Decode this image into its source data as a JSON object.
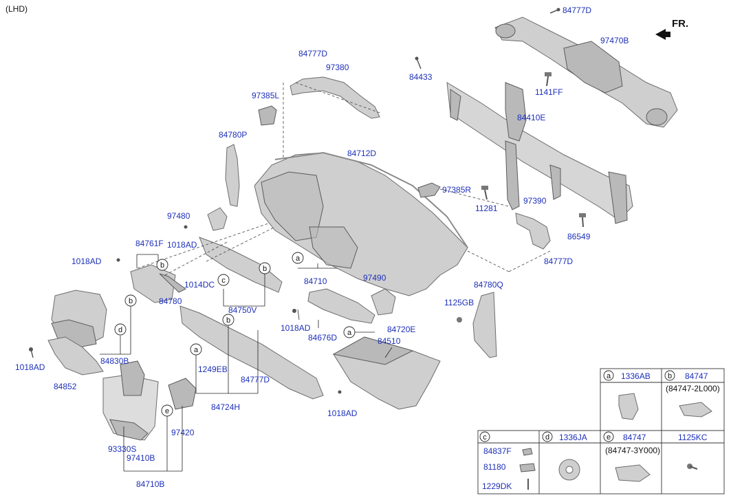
{
  "header": {
    "variant": "(LHD)",
    "direction": "FR."
  },
  "callouts": {
    "p84777D_top": "84777D",
    "p97470B": "97470B",
    "p84433": "84433",
    "p1141FF": "1141FF",
    "p84410E": "84410E",
    "p84777D_duct": "84777D",
    "p97380": "97380",
    "p97385L": "97385L",
    "p84780P": "84780P",
    "p84712D": "84712D",
    "p97385R": "97385R",
    "p11281": "11281",
    "p97390": "97390",
    "p86549": "86549",
    "p84777D_right": "84777D",
    "p97480": "97480",
    "p1018AD_a": "1018AD",
    "p84761F": "84761F",
    "p1018AD_b": "1018AD",
    "p1014DC": "1014DC",
    "p84780": "84780",
    "p84750V": "84750V",
    "p84710": "84710",
    "p97490": "97490",
    "p1125GB": "1125GB",
    "p84780Q": "84780Q",
    "p1018AD_c": "1018AD",
    "p84676D": "84676D",
    "p84720E": "84720E",
    "p84510": "84510",
    "p84830B": "84830B",
    "p1018AD_d": "1018AD",
    "p84852": "84852",
    "p1249EB": "1249EB",
    "p84777D_low": "84777D",
    "p84724H": "84724H",
    "p1018AD_e": "1018AD",
    "p97420": "97420",
    "p93330S": "93330S",
    "p97410B": "97410B",
    "p84710B": "84710B"
  },
  "circle_letters": {
    "a1": "a",
    "a2": "a",
    "a3": "a",
    "b1": "b",
    "b2": "b",
    "b3": "b",
    "b4": "b",
    "c1": "c",
    "d1": "d",
    "e1": "e"
  },
  "legend": {
    "a": {
      "letter": "a",
      "part": "1336AB"
    },
    "b": {
      "letter": "b",
      "part": "84747",
      "sub": "(84747-2L000)"
    },
    "c": {
      "letter": "c",
      "items": [
        "84837F",
        "81180",
        "1229DK"
      ]
    },
    "d": {
      "letter": "d",
      "part": "1336JA"
    },
    "e": {
      "letter": "e",
      "part": "84747",
      "sub": "(84747-3Y000)"
    },
    "f": {
      "part": "1125KC"
    }
  },
  "colors": {
    "callout_text": "#1c2fb8",
    "part_fill": "#cfcfcf",
    "outline": "#6b6b6b"
  }
}
